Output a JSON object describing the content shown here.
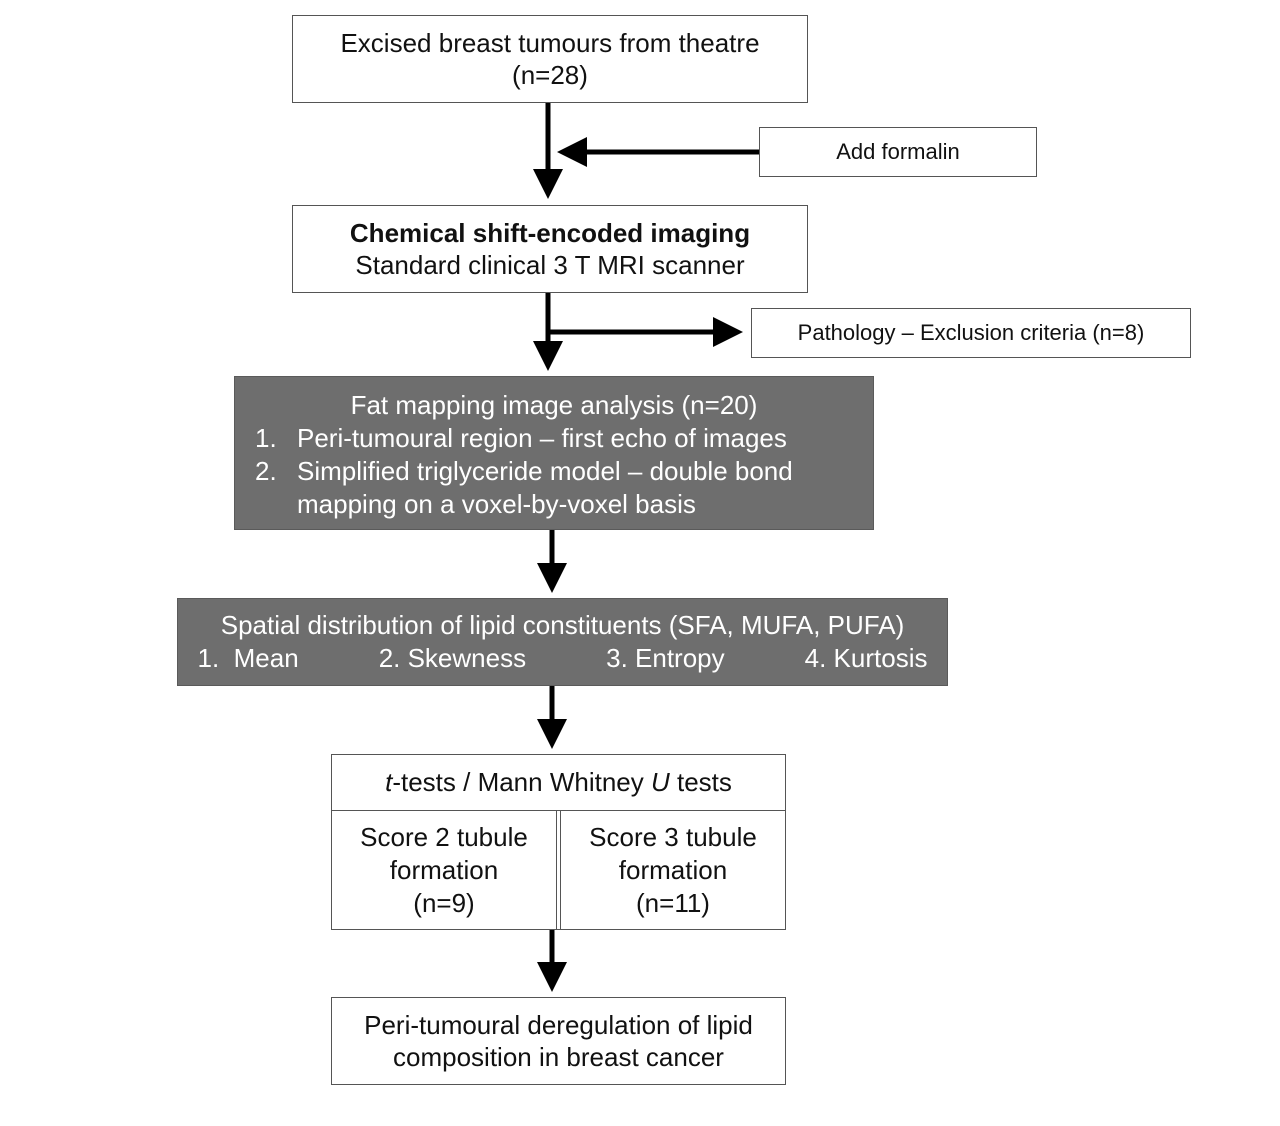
{
  "nodes": {
    "tumours": {
      "line1": "Excised breast tumours from theatre",
      "line2": "(n=28)"
    },
    "formalin": {
      "text": "Add formalin"
    },
    "imaging": {
      "line1": "Chemical shift-encoded imaging",
      "line2": "Standard clinical 3 T MRI scanner"
    },
    "exclusion": {
      "text": "Pathology – Exclusion criteria (n=8)"
    },
    "analysis": {
      "title": "Fat mapping image analysis (n=20)",
      "items": [
        {
          "num": "1.",
          "text": "Peri-tumoural region – first echo of images"
        },
        {
          "num": "2.",
          "text": "Simplified triglyceride model – double bond"
        }
      ],
      "item2_cont": "mapping on a voxel-by-voxel basis"
    },
    "distribution": {
      "title": "Spatial distribution of lipid constituents (SFA, MUFA, PUFA)",
      "metrics": [
        "1.  Mean",
        "2. Skewness",
        "3. Entropy",
        "4. Kurtosis"
      ]
    },
    "tests": {
      "t": "t",
      "head_mid": "-tests / Mann Whitney ",
      "u": "U",
      "head_end": " tests",
      "groups": [
        {
          "line1": "Score 2 tubule",
          "line2": "formation",
          "line3": "(n=9)"
        },
        {
          "line1": "Score 3 tubule",
          "line2": "formation",
          "line3": "(n=11)"
        }
      ]
    },
    "result": {
      "line1": "Peri-tumoural deregulation of lipid",
      "line2": "composition in breast cancer"
    }
  },
  "colors": {
    "dark_box": "#6e6e6e",
    "border": "#555555",
    "arrow": "#000000"
  }
}
